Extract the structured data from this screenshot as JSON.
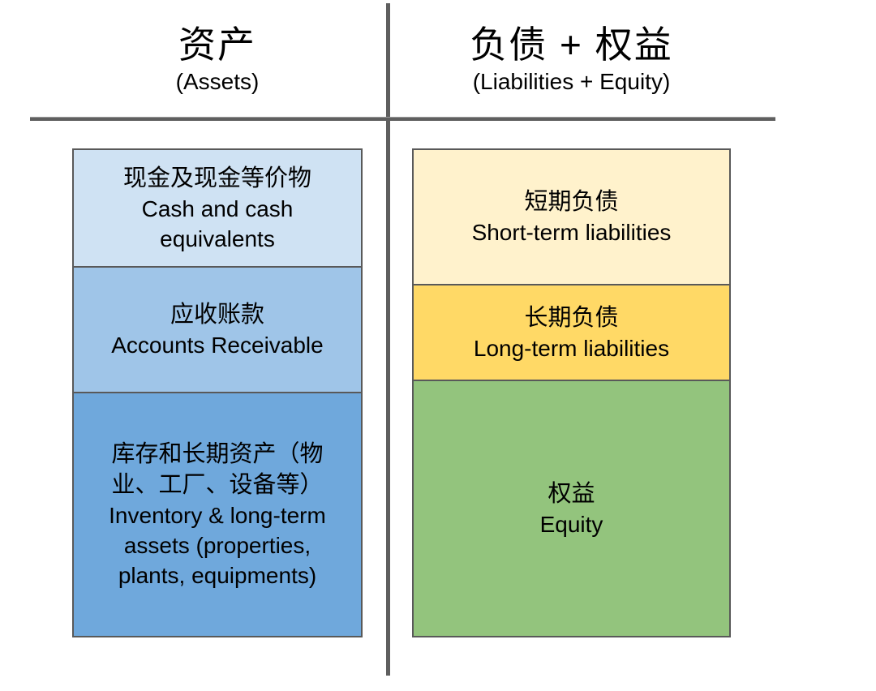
{
  "diagram": {
    "left_column": {
      "title_zh": "资产",
      "title_en": "(Assets)",
      "boxes": [
        {
          "zh": "现金及现金等价物",
          "en": "Cash and cash equivalents",
          "color": "#cfe2f3"
        },
        {
          "zh": "应收账款",
          "en": "Accounts Receivable",
          "color": "#9fc5e8"
        },
        {
          "zh": "库存和长期资产（物业、工厂、设备等）",
          "en": "Inventory & long-term assets (properties, plants, equipments)",
          "color": "#6fa8dc"
        }
      ]
    },
    "right_column": {
      "title_zh": "负债 + 权益",
      "title_en": "(Liabilities + Equity)",
      "boxes": [
        {
          "zh": "短期负债",
          "en": "Short-term liabilities",
          "color": "#fff2cc"
        },
        {
          "zh": "长期负债",
          "en": "Long-term liabilities",
          "color": "#ffd966"
        },
        {
          "zh": "权益",
          "en": "Equity",
          "color": "#93c47d"
        }
      ]
    },
    "line_color": "#5f5f5f",
    "border_color": "#595959"
  }
}
